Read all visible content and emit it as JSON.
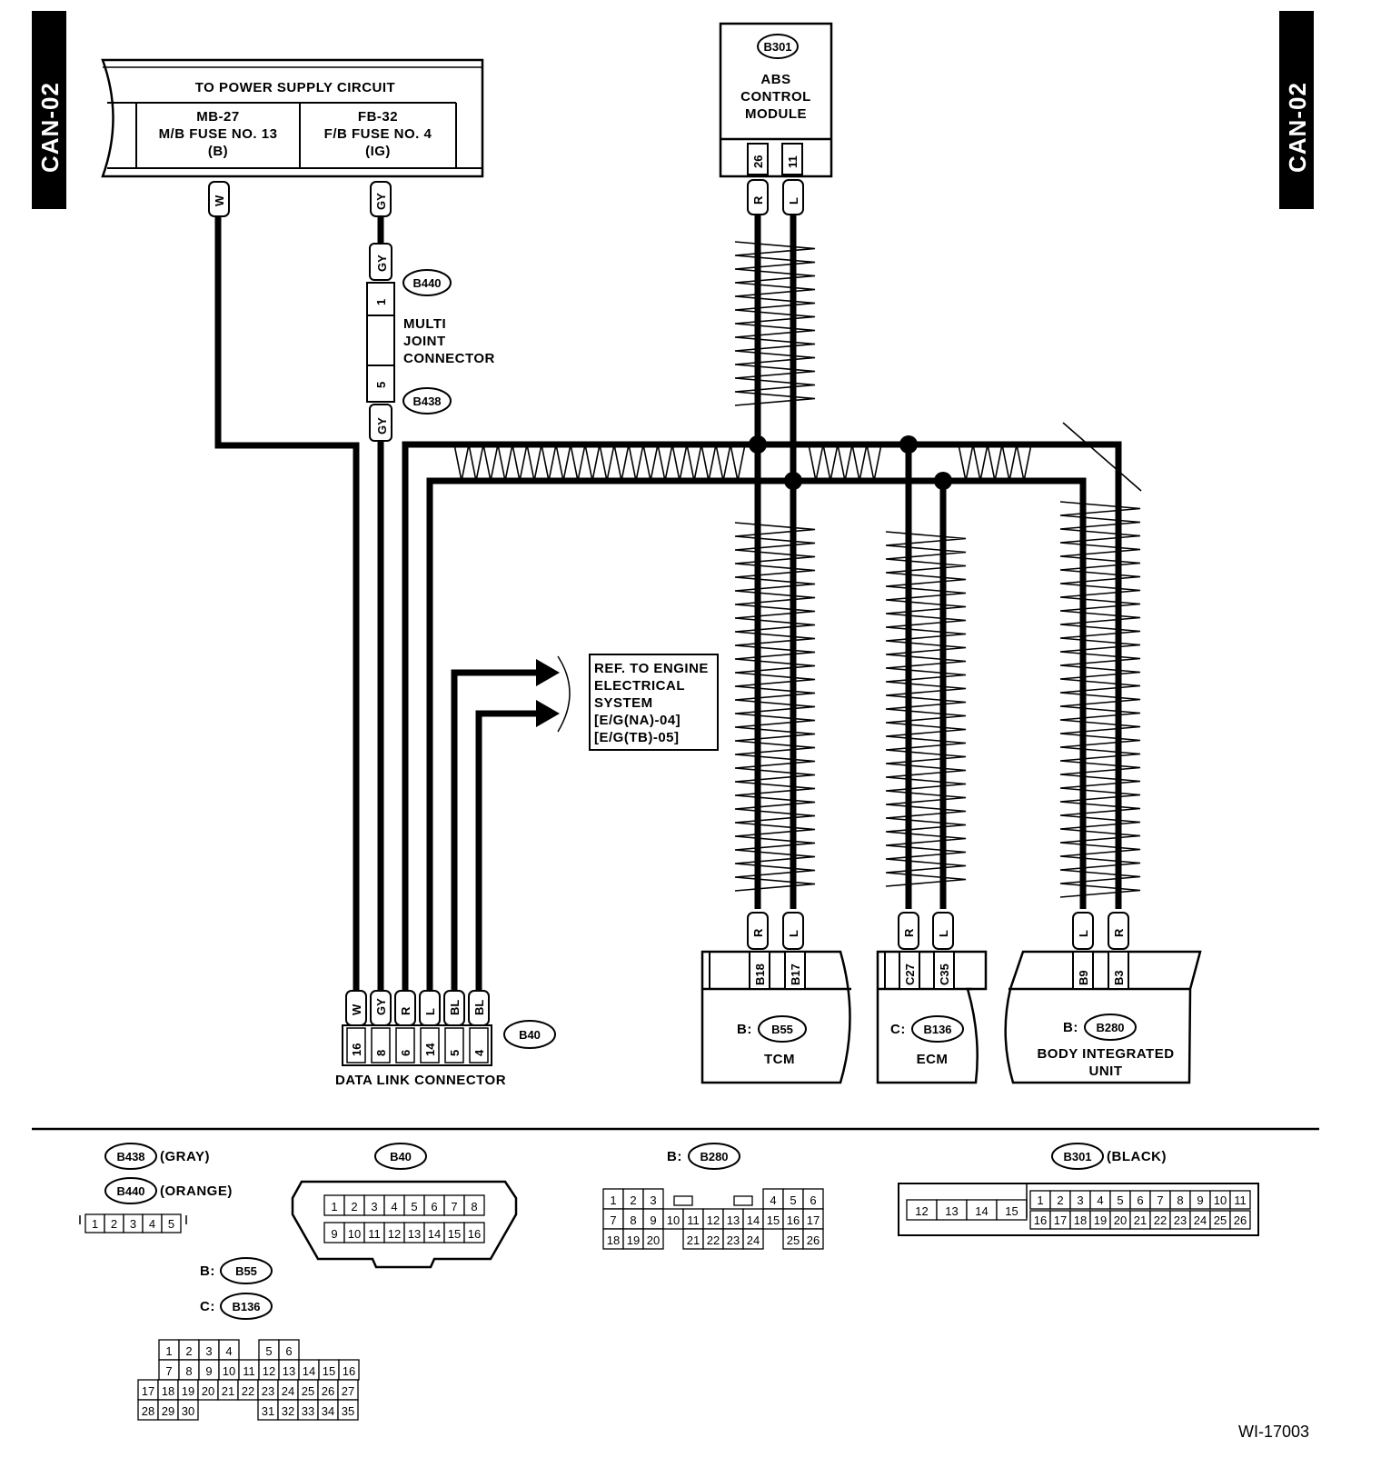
{
  "diagram_code": "CAN-02",
  "figure_id": "WI-17003",
  "power_supply": {
    "title": "TO POWER SUPPLY CIRCUIT",
    "fuse_left": [
      "MB-27",
      "M/B FUSE NO. 13",
      "(B)"
    ],
    "fuse_right": [
      "FB-32",
      "F/B FUSE NO. 4",
      "(IG)"
    ]
  },
  "abs": {
    "connector": "B301",
    "name": [
      "ABS",
      "CONTROL",
      "MODULE"
    ],
    "pins": [
      "26",
      "11"
    ],
    "wires": [
      "R",
      "L"
    ]
  },
  "joint": {
    "connector_top": "B440",
    "connector_bottom": "B438",
    "label": [
      "MULTI",
      "JOINT",
      "CONNECTOR"
    ],
    "pin_top": "1",
    "pin_bottom": "5",
    "wire": "GY"
  },
  "wire_labels": {
    "w": "W",
    "gy": "GY"
  },
  "ref_note": [
    "REF. TO ENGINE",
    "ELECTRICAL",
    "SYSTEM",
    "[E/G(NA)-04]",
    "[E/G(TB)-05]"
  ],
  "dlc": {
    "connector": "B40",
    "label": "DATA LINK CONNECTOR",
    "wires": [
      "W",
      "GY",
      "R",
      "L",
      "BL",
      "BL"
    ],
    "pins": [
      "16",
      "8",
      "6",
      "14",
      "5",
      "4"
    ]
  },
  "tcm": {
    "prefix": "B:",
    "connector": "B55",
    "name": "TCM",
    "wires": [
      "R",
      "L"
    ],
    "pins": [
      "B18",
      "B17"
    ]
  },
  "ecm": {
    "prefix": "C:",
    "connector": "B136",
    "name": "ECM",
    "wires": [
      "R",
      "L"
    ],
    "pins": [
      "C27",
      "C35"
    ]
  },
  "biu": {
    "prefix": "B:",
    "connector": "B280",
    "name": [
      "BODY INTEGRATED",
      "UNIT"
    ],
    "wires": [
      "L",
      "R"
    ],
    "pins": [
      "B9",
      "B3"
    ]
  },
  "faces": {
    "b438": {
      "connector": "B438",
      "color": "(GRAY)"
    },
    "b440": {
      "connector": "B440",
      "color": "(ORANGE)",
      "pins": [
        "1",
        "2",
        "3",
        "4",
        "5"
      ]
    },
    "b40": {
      "connector": "B40",
      "row1": [
        "1",
        "2",
        "3",
        "4",
        "5",
        "6",
        "7",
        "8"
      ],
      "row2": [
        "9",
        "10",
        "11",
        "12",
        "13",
        "14",
        "15",
        "16"
      ]
    },
    "b280": {
      "prefix": "B:",
      "connector": "B280",
      "row1": [
        "1",
        "2",
        "3",
        "",
        "",
        "",
        "",
        "",
        "4",
        "5",
        "6"
      ],
      "row2": [
        "7",
        "8",
        "9",
        "10",
        "11",
        "12",
        "13",
        "14",
        "15",
        "16",
        "17"
      ],
      "row3": [
        "18",
        "19",
        "20",
        "",
        "21",
        "22",
        "23",
        "24",
        "",
        "25",
        "26"
      ]
    },
    "b301": {
      "connector": "B301",
      "color": "(BLACK)",
      "left": [
        "12",
        "13",
        "14",
        "15"
      ],
      "row1": [
        "1",
        "2",
        "3",
        "4",
        "5",
        "6",
        "7",
        "8",
        "9",
        "10",
        "11"
      ],
      "row2": [
        "16",
        "17",
        "18",
        "19",
        "20",
        "21",
        "22",
        "23",
        "24",
        "25",
        "26"
      ]
    },
    "b55": {
      "prefix": "B:",
      "connector": "B55"
    },
    "b136": {
      "prefix": "C:",
      "connector": "B136",
      "row1": [
        "1",
        "2",
        "3",
        "4",
        "",
        "5",
        "6"
      ],
      "row2": [
        "7",
        "8",
        "9",
        "10",
        "11",
        "12",
        "13",
        "14",
        "15",
        "16"
      ],
      "row3": [
        "17",
        "18",
        "19",
        "20",
        "21",
        "22",
        "23",
        "24",
        "25",
        "26",
        "27"
      ],
      "row4": [
        "28",
        "29",
        "30",
        "",
        "",
        "",
        "31",
        "32",
        "33",
        "34",
        "35"
      ]
    }
  }
}
